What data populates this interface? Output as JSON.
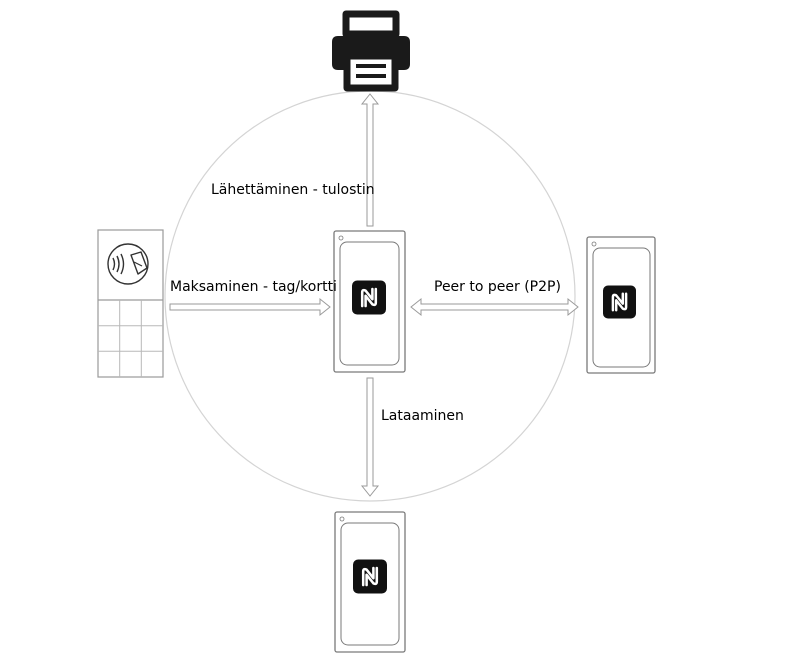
{
  "labels": {
    "print": "Lähettäminen - tulostin",
    "payment": "Maksaminen - tag/kortti",
    "p2p": "Peer to peer (P2P)",
    "charging": "Lataaminen"
  },
  "icons": {
    "printer": "printer-icon",
    "payment_terminal": "payment-terminal-icon",
    "contactless": "contactless-payment-icon",
    "nfc": "nfc-icon"
  },
  "colors": {
    "circle_stroke": "#cfcfcf",
    "arrow_fill": "#ffffff",
    "arrow_stroke": "#9a9a9a",
    "device_stroke": "#7a7a7a",
    "nfc_badge": "#111111"
  }
}
